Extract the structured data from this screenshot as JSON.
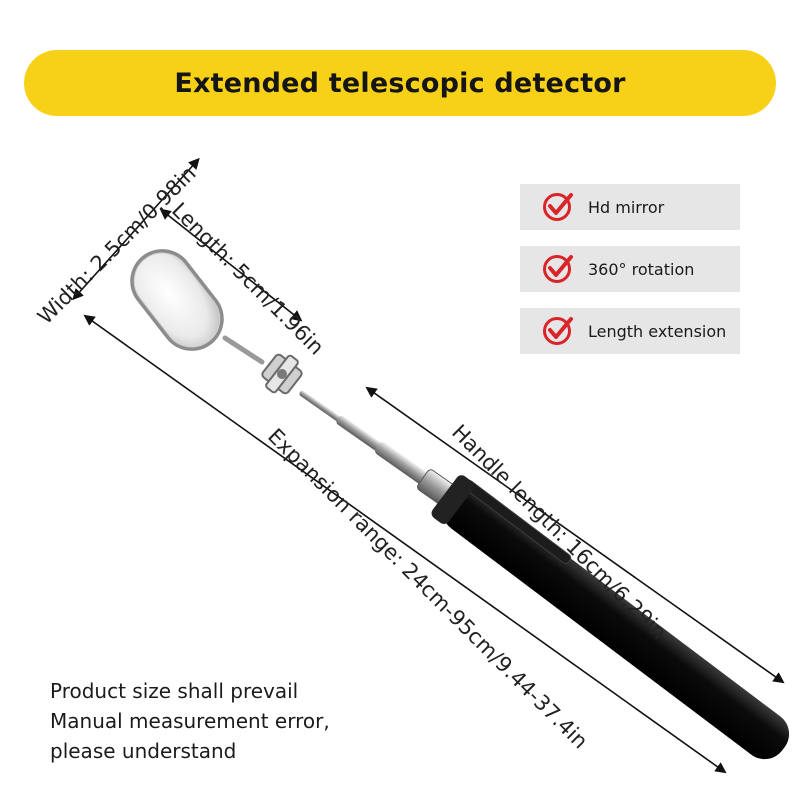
{
  "banner": {
    "title": "Extended telescopic detector"
  },
  "features": [
    {
      "icon": "check-circle-icon",
      "label": "Hd mirror"
    },
    {
      "icon": "check-circle-icon",
      "label": "360° rotation"
    },
    {
      "icon": "check-circle-icon",
      "label": "Length extension"
    }
  ],
  "dimensions": {
    "width": "Width: 2.5cm/0.98in",
    "length": "Length: 5cm/1.96in",
    "handle": "Handle length: 16cm/6.29in",
    "expansion": "Expansion range: 24cm-95cm/9.44-37.4in"
  },
  "note": {
    "line1": "Product size shall prevail",
    "line2": "Manual measurement error,",
    "line3": "please understand"
  },
  "colors": {
    "banner": "#f7d117",
    "check": "#d9252a",
    "feature_bg": "#e6e6e6",
    "handle": "#111111"
  }
}
